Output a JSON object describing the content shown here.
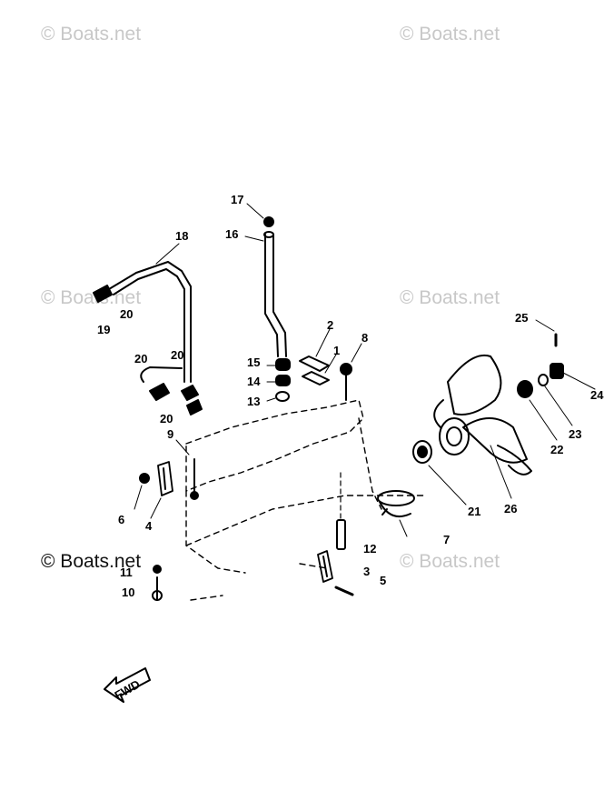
{
  "watermark": {
    "text": "© Boats.net"
  },
  "callouts": {
    "c1": "1",
    "c2": "2",
    "c3": "3",
    "c4": "4",
    "c5": "5",
    "c6": "6",
    "c7": "7",
    "c8": "8",
    "c9": "9",
    "c10": "10",
    "c11": "11",
    "c12": "12",
    "c13": "13",
    "c14": "14",
    "c15": "15",
    "c16": "16",
    "c17": "17",
    "c18": "18",
    "c19": "19",
    "c20": "20",
    "c21": "21",
    "c22": "22",
    "c23": "23",
    "c24": "24",
    "c25": "25",
    "c26": "26"
  },
  "fwd_label": "FWD",
  "colors": {
    "line": "#000000",
    "watermark": "#c8c8c8",
    "background": "#ffffff"
  }
}
